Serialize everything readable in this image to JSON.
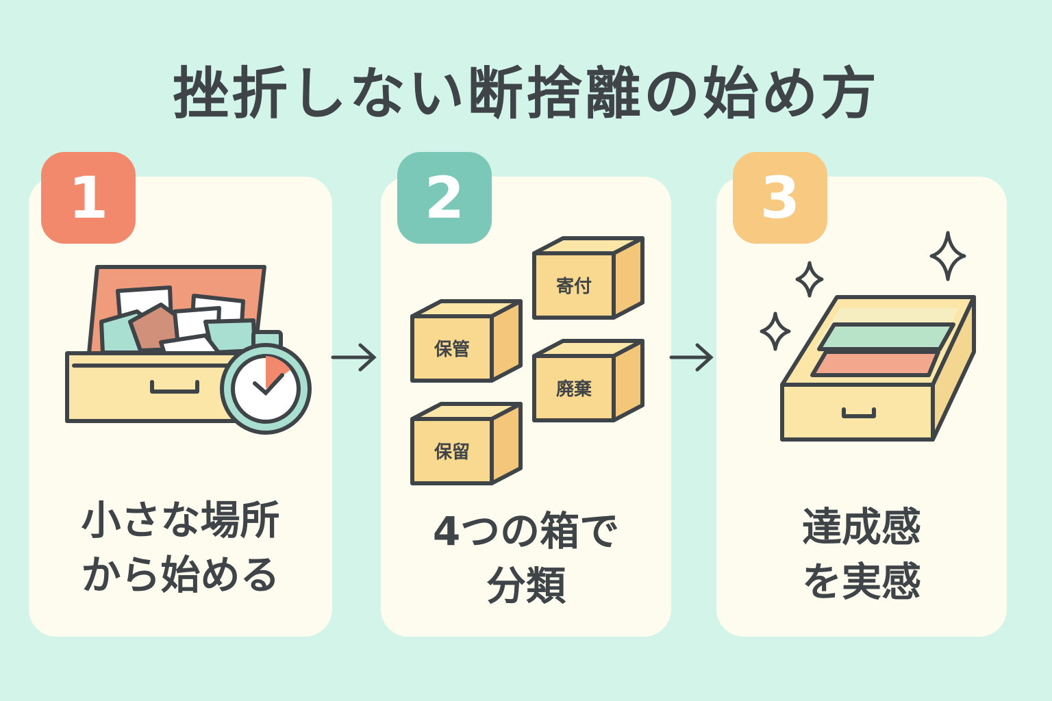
{
  "title": "挫折しない断捨離の始め方",
  "steps": [
    {
      "number": "1",
      "label_lines": [
        "小さな場所",
        "から始める"
      ]
    },
    {
      "number": "2",
      "label_lines": [
        "4つの箱で",
        "分類"
      ],
      "boxes": [
        "寄付",
        "保管",
        "廃棄",
        "保留"
      ]
    },
    {
      "number": "3",
      "label_lines": [
        "達成感",
        "を実感"
      ]
    }
  ],
  "colors": {
    "background": "#d3f4e8",
    "card": "#fdfcef",
    "badge1": "#f3896c",
    "badge2": "#7cc8b8",
    "badge3": "#f7c981",
    "box_fill": "#f9d88f",
    "outline": "#3f4448"
  },
  "icons": [
    "messy-drawer-icon",
    "stopwatch-icon",
    "arrow-right-icon",
    "cardboard-box-icon",
    "sparkle-icon",
    "tidy-drawer-icon"
  ]
}
